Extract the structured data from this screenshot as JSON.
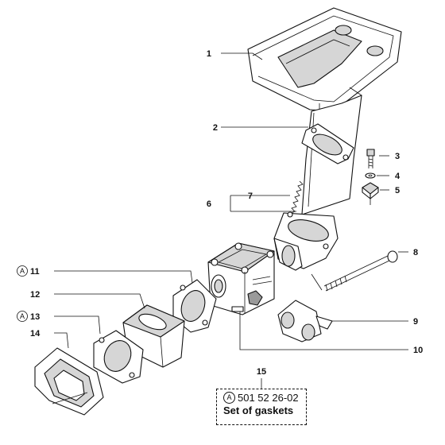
{
  "callouts": [
    {
      "num": "1",
      "marker": ""
    },
    {
      "num": "2",
      "marker": ""
    },
    {
      "num": "3",
      "marker": ""
    },
    {
      "num": "4",
      "marker": ""
    },
    {
      "num": "5",
      "marker": ""
    },
    {
      "num": "6",
      "marker": ""
    },
    {
      "num": "7",
      "marker": ""
    },
    {
      "num": "8",
      "marker": ""
    },
    {
      "num": "9",
      "marker": ""
    },
    {
      "num": "10",
      "marker": ""
    },
    {
      "num": "11",
      "marker": "A"
    },
    {
      "num": "12",
      "marker": ""
    },
    {
      "num": "13",
      "marker": "A"
    },
    {
      "num": "14",
      "marker": ""
    }
  ],
  "kit": {
    "callout": "15",
    "marker": "A",
    "part_number": "501 52 26-02",
    "description": "Set of gaskets"
  }
}
